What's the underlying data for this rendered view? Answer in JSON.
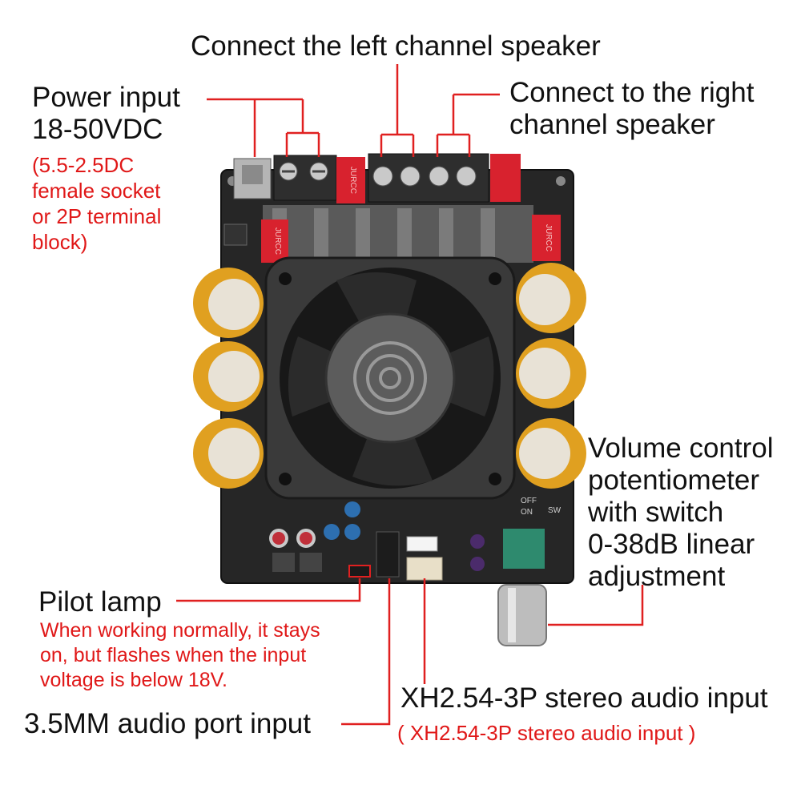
{
  "colors": {
    "leader": "#e02020",
    "note": "#e01818",
    "pcb": "#232323",
    "capacitor": "#e0a020",
    "terminal": "#d8222e"
  },
  "labels": {
    "left_speaker": "Connect the left channel speaker",
    "right_speaker": "Connect to the right\nchannel speaker",
    "power_title": "Power input\n18-50VDC",
    "power_note": "(5.5-2.5DC\nfemale socket\nor 2P terminal\nblock)",
    "volume": "Volume control\npotentiometer\nwith switch\n0-38dB linear\nadjustment",
    "pilot_title": "Pilot lamp",
    "pilot_note": "When working normally, it stays\non, but flashes when the input\nvoltage is below 18V.",
    "audio_port": "3.5MM audio port input",
    "xh_title": "XH2.54-3P stereo audio input",
    "xh_note": "( XH2.54-3P stereo audio input )"
  },
  "board_marks": {
    "terminal_left": "JURCC",
    "terminal_mid": "JURCC",
    "terminal_right": "JURCC",
    "switch_text": "OFF\nON",
    "sw": "SW"
  }
}
